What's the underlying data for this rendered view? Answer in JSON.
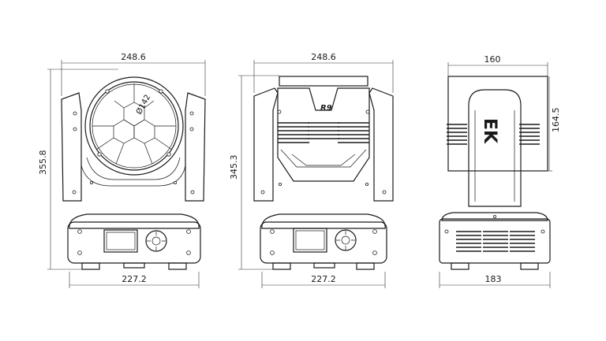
{
  "front_view": {
    "width_top": "248.6",
    "width_base": "227.2",
    "height": "355.8",
    "lens_diameter": "Ø142"
  },
  "side_view": {
    "width_top": "248.6",
    "width_base": "227.2",
    "height": "345.3",
    "brand_mark": "R9"
  },
  "back_view": {
    "width_top": "160",
    "width_base": "183",
    "height": "164.5",
    "logo": "EK"
  }
}
